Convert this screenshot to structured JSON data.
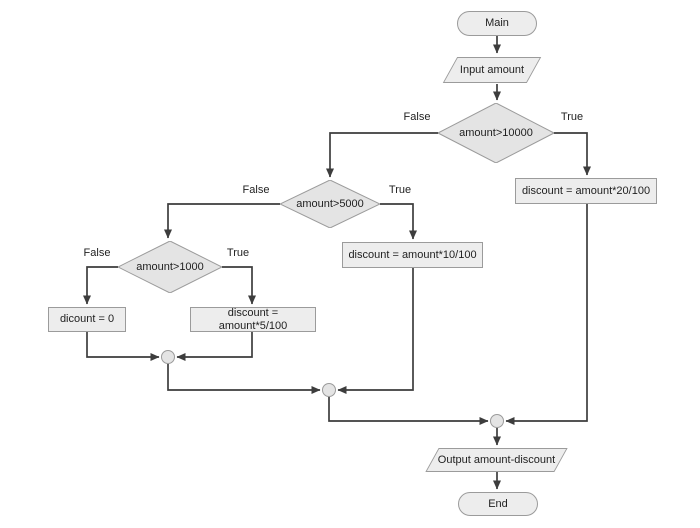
{
  "colors": {
    "background": "#ffffff",
    "node_fill": "#ededed",
    "decision_fill": "#e4e4e4",
    "node_border": "#9b9b9b",
    "connector": "#3d3d3d",
    "text": "#1f1f1f"
  },
  "nodes": {
    "main": {
      "type": "terminator",
      "label": "Main"
    },
    "input": {
      "type": "io",
      "label": "Input amount"
    },
    "d1": {
      "type": "decision",
      "label": "amount>10000",
      "true_label": "True",
      "false_label": "False"
    },
    "box20": {
      "type": "process",
      "label": "discount = amount*20/100"
    },
    "d2": {
      "type": "decision",
      "label": "amount>5000",
      "true_label": "True",
      "false_label": "False"
    },
    "box10": {
      "type": "process",
      "label": "discount = amount*10/100"
    },
    "d3": {
      "type": "decision",
      "label": "amount>1000",
      "true_label": "True",
      "false_label": "False"
    },
    "box5": {
      "type": "process",
      "label": "discount = amount*5/100"
    },
    "box0": {
      "type": "process",
      "label": "dicount = 0"
    },
    "merge1": {
      "type": "connector-circle",
      "label": ""
    },
    "merge2": {
      "type": "connector-circle",
      "label": ""
    },
    "merge3": {
      "type": "connector-circle",
      "label": ""
    },
    "output": {
      "type": "io",
      "label": "Output amount-discount"
    },
    "end": {
      "type": "terminator",
      "label": "End"
    }
  },
  "edges": [
    {
      "from": "main",
      "to": "input"
    },
    {
      "from": "input",
      "to": "d1"
    },
    {
      "from": "d1",
      "to": "box20",
      "condition": "True"
    },
    {
      "from": "d1",
      "to": "d2",
      "condition": "False"
    },
    {
      "from": "d2",
      "to": "box10",
      "condition": "True"
    },
    {
      "from": "d2",
      "to": "d3",
      "condition": "False"
    },
    {
      "from": "d3",
      "to": "box5",
      "condition": "True"
    },
    {
      "from": "d3",
      "to": "box0",
      "condition": "False"
    },
    {
      "from": "box0",
      "to": "merge1"
    },
    {
      "from": "box5",
      "to": "merge1"
    },
    {
      "from": "merge1",
      "to": "merge2"
    },
    {
      "from": "box10",
      "to": "merge2"
    },
    {
      "from": "merge2",
      "to": "merge3"
    },
    {
      "from": "box20",
      "to": "merge3"
    },
    {
      "from": "merge3",
      "to": "output"
    },
    {
      "from": "output",
      "to": "end"
    }
  ]
}
